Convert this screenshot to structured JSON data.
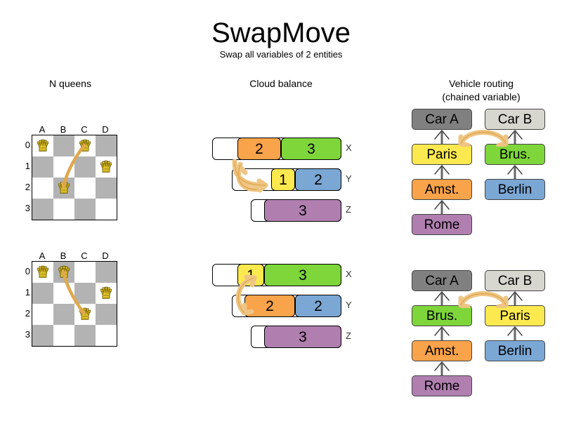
{
  "header": {
    "title": "SwapMove",
    "subtitle": "Swap all variables of 2 entities"
  },
  "sections": {
    "nqueens": {
      "heading": "N queens"
    },
    "cloud": {
      "heading": "Cloud balance"
    },
    "vehicle": {
      "heading_line1": "Vehicle routing",
      "heading_line2": "(chained variable)"
    }
  },
  "colors": {
    "orange": "#f9a34a",
    "green": "#7ed63a",
    "yellow": "#fce94f",
    "blue": "#7ba7d4",
    "purple": "#b07fb0",
    "gray_dark": "#808080",
    "gray_light": "#d7d7cf",
    "board_dark": "#b3b3b3",
    "board_light": "#ffffff",
    "arrow": "#e0a84e",
    "arrow_fill": "#eec584",
    "queen": "#f2d22e"
  },
  "nqueens": {
    "file_labels": [
      "A",
      "B",
      "C",
      "D"
    ],
    "rank_labels": [
      "0",
      "1",
      "2",
      "3"
    ],
    "queen_glyph": "♛",
    "before": {
      "queens": [
        {
          "file": 0,
          "rank": 0
        },
        {
          "file": 2,
          "rank": 0
        },
        {
          "file": 3,
          "rank": 1
        },
        {
          "file": 1,
          "rank": 2
        }
      ],
      "swap_from": {
        "file": 2,
        "rank": 0
      },
      "swap_to": {
        "file": 1,
        "rank": 2
      }
    },
    "after": {
      "queens": [
        {
          "file": 0,
          "rank": 0
        },
        {
          "file": 1,
          "rank": 0
        },
        {
          "file": 3,
          "rank": 1
        },
        {
          "file": 2,
          "rank": 2
        }
      ],
      "swap_from": {
        "file": 1,
        "rank": 0
      },
      "swap_to": {
        "file": 2,
        "rank": 2
      }
    }
  },
  "cloud": {
    "row_labels": [
      "X",
      "Y",
      "Z"
    ],
    "before": {
      "rows": [
        {
          "label": "X",
          "segments": [
            {
              "value": "2",
              "color": "orange"
            },
            {
              "value": "3",
              "color": "green"
            }
          ]
        },
        {
          "label": "Y",
          "segments": [
            {
              "value": "1",
              "color": "yellow"
            },
            {
              "value": "2",
              "color": "blue"
            }
          ]
        },
        {
          "label": "Z",
          "segments": [
            {
              "value": "3",
              "color": "purple"
            }
          ]
        }
      ]
    },
    "after": {
      "rows": [
        {
          "label": "X",
          "segments": [
            {
              "value": "1",
              "color": "yellow"
            },
            {
              "value": "3",
              "color": "green"
            }
          ]
        },
        {
          "label": "Y",
          "segments": [
            {
              "value": "2",
              "color": "orange"
            },
            {
              "value": "2",
              "color": "blue"
            }
          ]
        },
        {
          "label": "Z",
          "segments": [
            {
              "value": "3",
              "color": "purple"
            }
          ]
        }
      ]
    }
  },
  "vehicle": {
    "before": {
      "car_a": {
        "label": "Car A",
        "chain": [
          "Paris",
          "Amst.",
          "Rome"
        ]
      },
      "car_b": {
        "label": "Car B",
        "chain": [
          "Brus.",
          "Berlin"
        ]
      }
    },
    "after": {
      "car_a": {
        "label": "Car A",
        "chain": [
          "Brus.",
          "Amst.",
          "Rome"
        ]
      },
      "car_b": {
        "label": "Car B",
        "chain": [
          "Paris",
          "Berlin"
        ]
      }
    }
  }
}
